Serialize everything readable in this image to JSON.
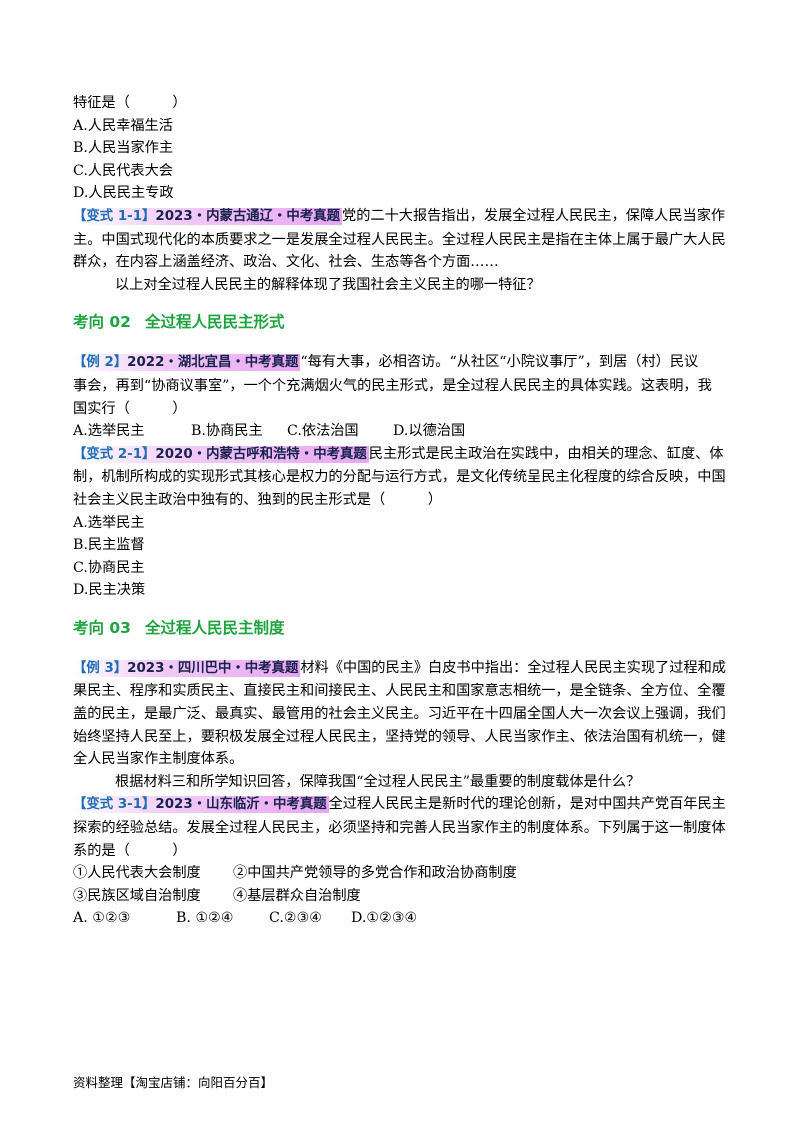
{
  "q0": {
    "stem_tail": "特征是（　　　）",
    "options": [
      "A.人民幸福生活",
      "B.人民当家作主",
      "C.人民代表大会",
      "D.人民民主专政"
    ]
  },
  "v11": {
    "tag_open": "【变式 1-1】",
    "tag_src": "2023・内蒙古通辽・中考真题",
    "lines": [
      "党的二十大报告指出，发展全过程人民民主，保障人民当家作",
      "主。中国式现代化的本质要求之一是发展全过程人民民主。全过程人民民主是指在主体上属于最广大人民",
      "群众，在内容上涵盖经济、政治、文化、社会、生态等各个方面……"
    ],
    "question": "以上对全过程人民民主的解释体现了我国社会主义民主的哪一特征？"
  },
  "sec2": {
    "num": "考向 02",
    "title": "全过程人民民主形式"
  },
  "ex2": {
    "tag_open": "【例 2】",
    "tag_src": "2022・湖北宜昌・中考真题",
    "lines": [
      "“每有大事，必相咨访。“从社区“小院议事厅”，到居（村）民议",
      "事会，再到“协商议事室”，一个个充满烟火气的民主形式，是全过程人民民主的具体实践。这表明，我",
      "国实行（　　　）"
    ],
    "options": [
      "A.选举民主",
      "B.协商民主",
      "C.依法治国",
      "D.以德治国"
    ]
  },
  "v21": {
    "tag_open": "【变式 2-1】",
    "tag_src": "2020・内蒙古呼和浩特・中考真题",
    "lines": [
      "民主形式是民主政治在实践中，由相关的理念、缸度、体",
      "制，机制所构成的实现形式其核心是权力的分配与运行方式，是文化传统呈民主化程度的综合反映，中国",
      "社会主义民主政治中独有的、独到的民主形式是（　　　）"
    ],
    "options": [
      "A.选举民主",
      "B.民主监督",
      "C.协商民主",
      "D.民主决策"
    ]
  },
  "sec3": {
    "num": "考向 03",
    "title": "全过程人民民主制度"
  },
  "ex3": {
    "tag_open": "【例 3】",
    "tag_src": "2023・四川巴中・中考真题",
    "lines": [
      "材料《中国的民主》白皮书中指出：全过程人民民主实现了过程和成",
      "果民主、程序和实质民主、直接民主和间接民主、人民民主和国家意志相统一，是全链条、全方位、全覆",
      "盖的民主，是最广泛、最真实、最管用的社会主义民主。习近平在十四届全国人大一次会议上强调，我们",
      "始终坚持人民至上，要积极发展全过程人民民主，坚持党的领导、人民当家作主、依法治国有机统一，健",
      "全人民当家作主制度体系。"
    ],
    "question": "根据材料三和所学知识回答，保障我国“全过程人民民主”最重要的制度载体是什么？"
  },
  "v31": {
    "tag_open": "【变式 3-1】",
    "tag_src": "2023・山东临沂・中考真题",
    "lines": [
      "全过程人民民主是新时代的理论创新，是对中国共产党百年民主",
      "探索的经验总结。发展全过程人民民主，必须坚持和完善人民当家作主的制度体系。下列属于这一制度体",
      "系的是（　　　）"
    ],
    "items": [
      "①人民代表大会制度",
      "②中国共产党领导的多党合作和政治协商制度",
      "③民族区域自治制度",
      "④基层群众自治制度"
    ],
    "options": [
      "A. ①②③",
      "B. ①②④",
      "C.②③④",
      "D.①②③④"
    ]
  },
  "footer": "资料整理【淘宝店铺：向阳百分百】"
}
